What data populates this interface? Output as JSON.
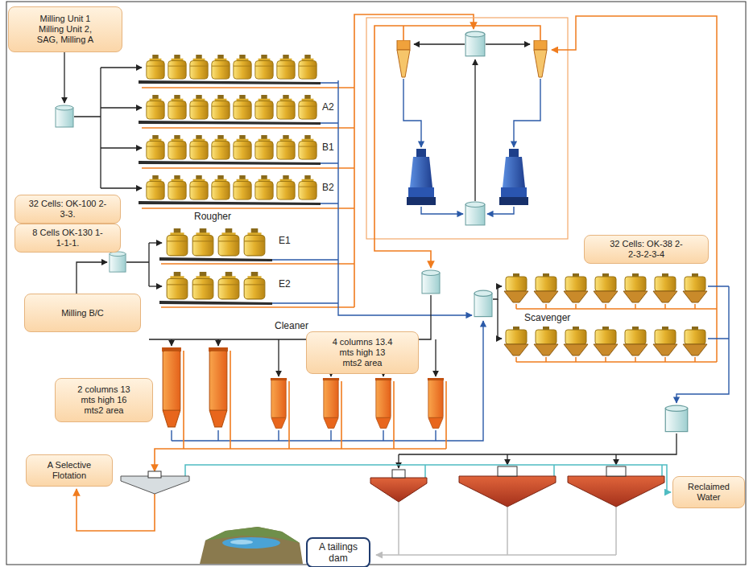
{
  "diagram": {
    "nodes": [
      {
        "text": [
          "Milling Unit 1 Milling Unit 2, SAG, Milling A"
        ]
      },
      {
        "text": [
          "32 Cells: OK-100 2-3-3."
        ]
      },
      {
        "text": [
          "8 Cells OK-130 1-1-1-1."
        ]
      },
      {
        "text": [
          "32 Cells: OK-38 2-2-3-2-3-4"
        ]
      },
      {
        "text": [
          "Milling B/C"
        ]
      },
      {
        "text": [
          "4 columns 13.4 mts high 13 mts2 area"
        ]
      },
      {
        "text": [
          "2 columns 13 mts high 16 mts2 area"
        ]
      },
      {
        "text": [
          "A Selective Flotation"
        ]
      },
      {
        "text": [
          "Reclaimed Water"
        ]
      },
      {
        "text": [
          "A tailings dam"
        ]
      }
    ],
    "labels": [
      "A2",
      "B1",
      "B2",
      "Rougher",
      "E1",
      "E2",
      "Cleaner",
      "Scavenger"
    ]
  }
}
